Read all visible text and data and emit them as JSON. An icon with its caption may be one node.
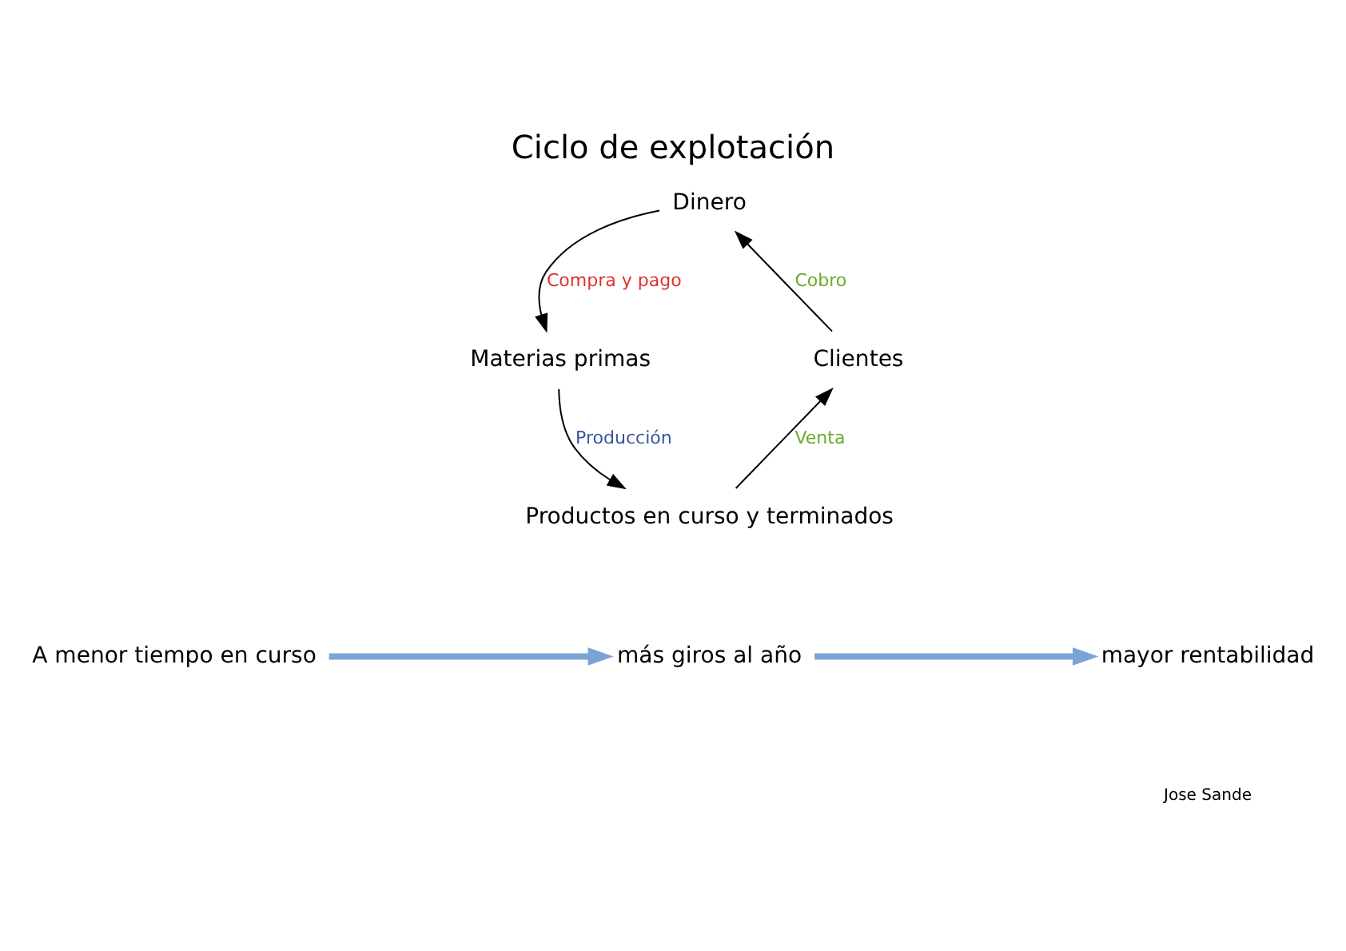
{
  "diagram": {
    "title": "Ciclo de explotación",
    "nodes": [
      {
        "text": [
          "Dinero"
        ]
      },
      {
        "text": [
          "Materias primas"
        ]
      },
      {
        "text": [
          "Productos en curso y terminados"
        ]
      },
      {
        "text": [
          "Clientes"
        ]
      },
      {
        "text": [
          "A menor tiempo en curso"
        ]
      },
      {
        "text": [
          "más giros al año"
        ]
      },
      {
        "text": [
          "mayor rentabilidad"
        ]
      }
    ],
    "edges": [
      {
        "from": 0,
        "to": 1,
        "arrow": "to",
        "label": "Compra y pago"
      },
      {
        "from": 1,
        "to": 2,
        "arrow": "to",
        "label": "Producción"
      },
      {
        "from": 2,
        "to": 3,
        "arrow": "to",
        "label": "Venta"
      },
      {
        "from": 3,
        "to": 0,
        "arrow": "to",
        "label": "Cobro"
      },
      {
        "from": 4,
        "to": 5,
        "arrow": "to",
        "style": "thick",
        "color": "#7ba3d6"
      },
      {
        "from": 5,
        "to": 6,
        "arrow": "to",
        "style": "thick",
        "color": "#7ba3d6"
      }
    ],
    "labels": [
      "Jose Sande"
    ]
  }
}
